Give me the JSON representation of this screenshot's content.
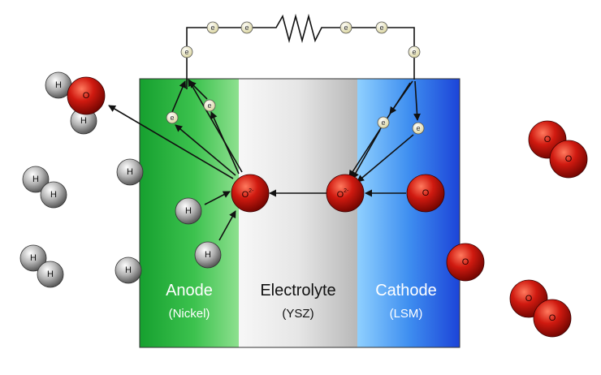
{
  "regions": {
    "anode": {
      "title": "Anode",
      "material": "(Nickel)"
    },
    "electrolyte": {
      "title": "Electrolyte",
      "material": "(YSZ)"
    },
    "cathode": {
      "title": "Cathode",
      "material": "(LSM)"
    }
  },
  "labels": {
    "hydrogen": "H",
    "oxygen": "O",
    "oxide_ion": "O",
    "oxide_charge": "2-",
    "electron": "e"
  },
  "colors": {
    "anode": "#1fae3a",
    "electrolyte": "#d8d8d8",
    "cathode": "#2f6ee8",
    "oxygen_atom": "#c4140b",
    "hydrogen_atom": "#9a9a9a",
    "electron": "#f2eec0"
  }
}
